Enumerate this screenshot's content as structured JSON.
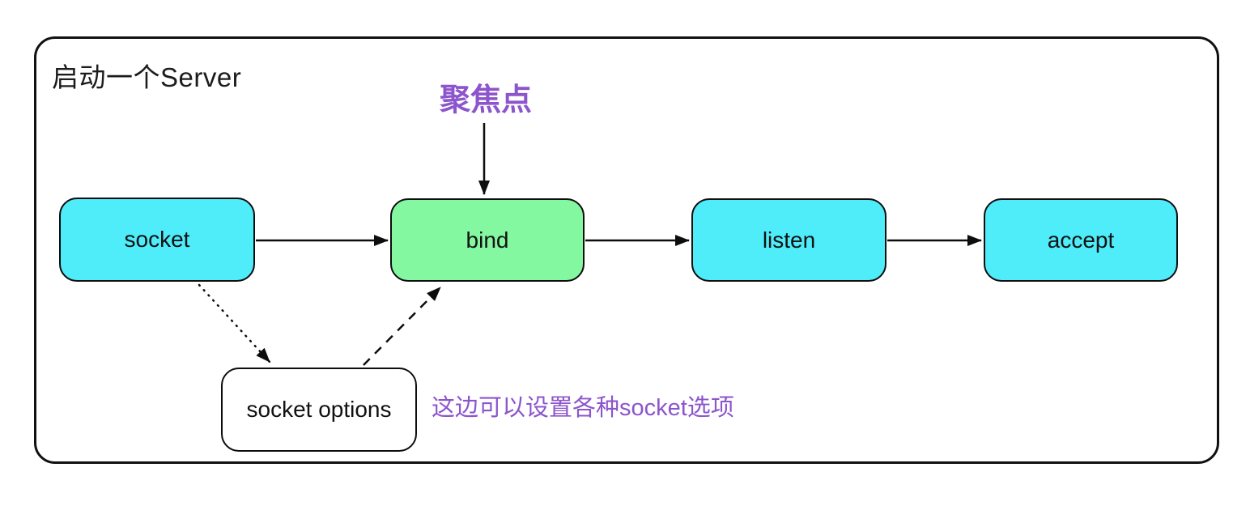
{
  "diagram": {
    "title": "启动一个Server",
    "focus_annotation": {
      "text": "聚焦点",
      "color": "#8C55CC",
      "points_to": "bind"
    },
    "note_annotation": {
      "text": "这边可以设置各种socket选项",
      "color": "#8C55CC",
      "refers_to": "socket options"
    },
    "nodes": [
      {
        "id": "socket",
        "label": "socket",
        "fill": "#4FECFA"
      },
      {
        "id": "bind",
        "label": "bind",
        "fill": "#84F7A1"
      },
      {
        "id": "listen",
        "label": "listen",
        "fill": "#4FECFA"
      },
      {
        "id": "accept",
        "label": "accept",
        "fill": "#4FECFA"
      },
      {
        "id": "socket_options",
        "label": "socket options",
        "fill": "#FFFFFF"
      }
    ],
    "edges": [
      {
        "from": "socket",
        "to": "bind",
        "style": "solid"
      },
      {
        "from": "bind",
        "to": "listen",
        "style": "solid"
      },
      {
        "from": "listen",
        "to": "accept",
        "style": "solid"
      },
      {
        "from": "focus_annotation",
        "to": "bind",
        "style": "solid"
      },
      {
        "from": "socket",
        "to": "socket_options",
        "style": "dotted"
      },
      {
        "from": "socket_options",
        "to": "bind",
        "style": "dashed"
      }
    ],
    "colors": {
      "node_cyan": "#4FECFA",
      "node_green": "#84F7A1",
      "node_white": "#FFFFFF",
      "stroke": "#111111",
      "annotation_purple": "#8C55CC",
      "background": "#FFFFFF"
    }
  }
}
